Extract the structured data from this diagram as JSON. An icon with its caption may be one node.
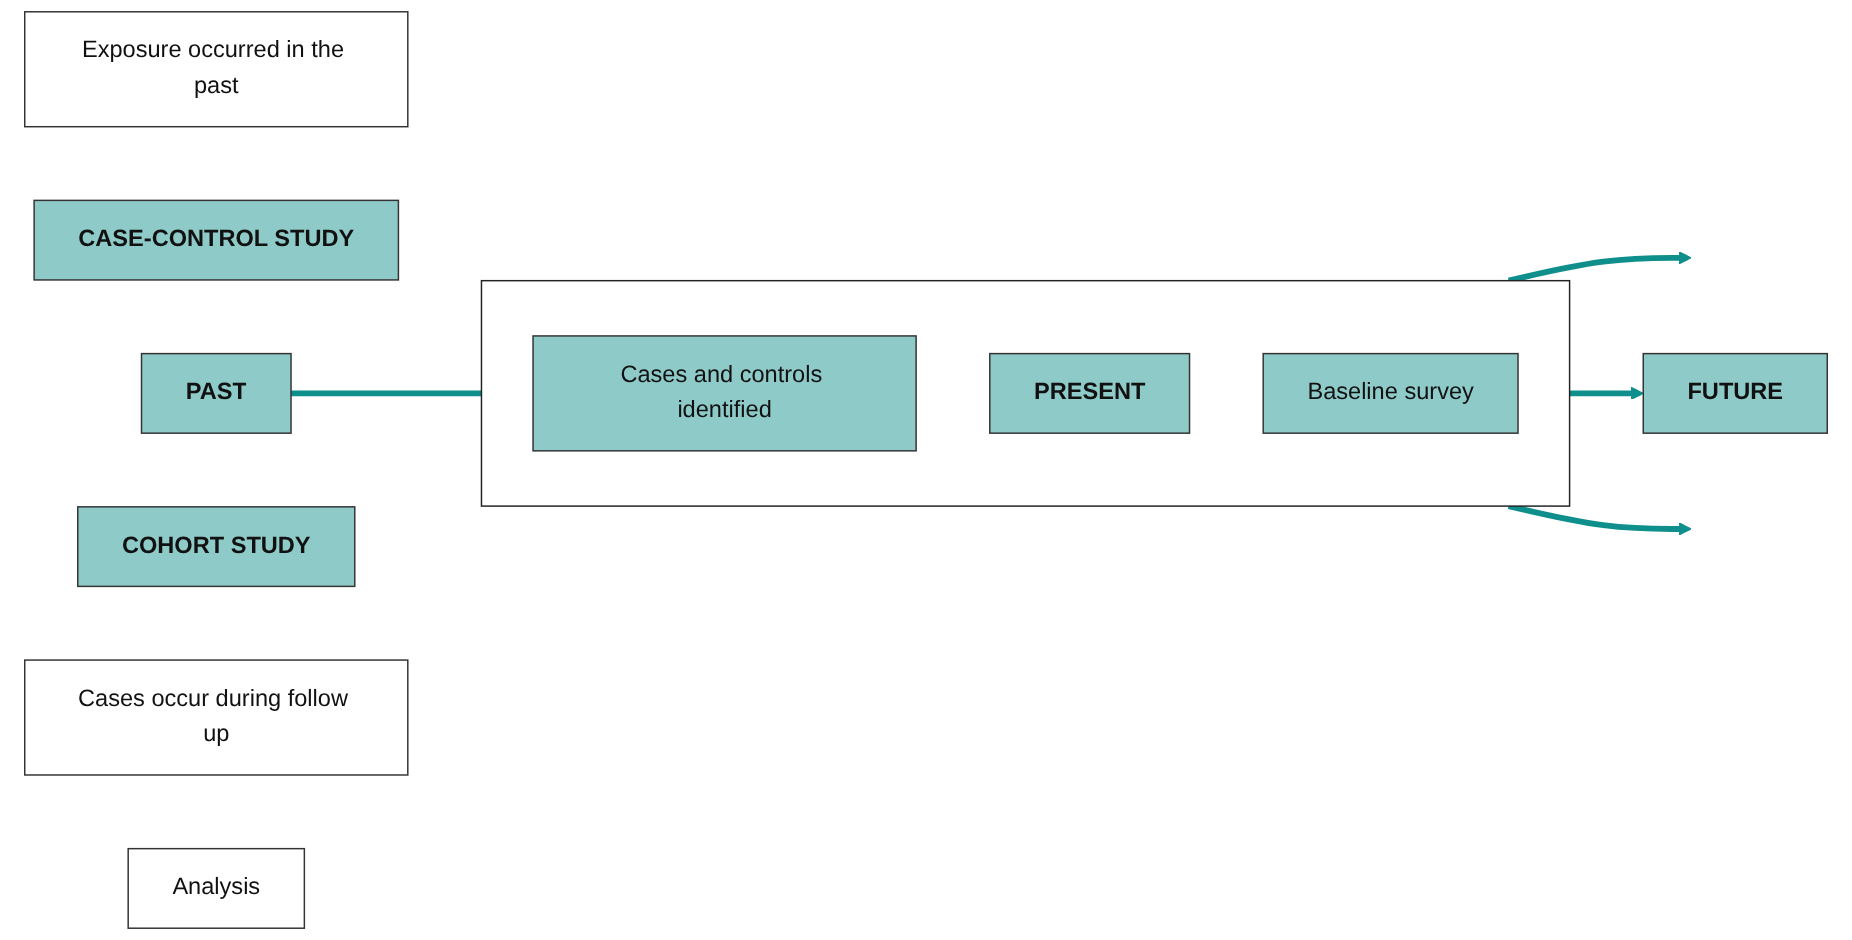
{
  "diagram": {
    "nodes": [
      {
        "text": [
          "Exposure occurred in the past"
        ]
      },
      {
        "text": [],
        "shape": "box"
      },
      {
        "text": [
          "Cases and controls identified"
        ],
        "in": 1
      },
      {
        "text": [
          "CASE-CONTROL STUDY"
        ]
      },
      {
        "text": [
          "PAST"
        ]
      },
      {
        "text": [
          "PRESENT"
        ],
        "in": 1
      },
      {
        "text": [
          "FUTURE"
        ]
      },
      {
        "text": [
          "COHORT STUDY"
        ]
      },
      {
        "text": [
          "Baseline survey"
        ],
        "in": 1
      },
      {
        "text": [
          "Cases occur during follow up"
        ]
      },
      {
        "text": [
          "Analysis"
        ]
      }
    ],
    "edges": [
      {
        "from": 1,
        "to": null,
        "arrow": "to"
      },
      {
        "from": 4,
        "to": 1,
        "arrow": "none"
      },
      {
        "from": 1,
        "to": 6,
        "arrow": "to"
      },
      {
        "from": 1,
        "to": null,
        "arrow": "to"
      }
    ]
  }
}
